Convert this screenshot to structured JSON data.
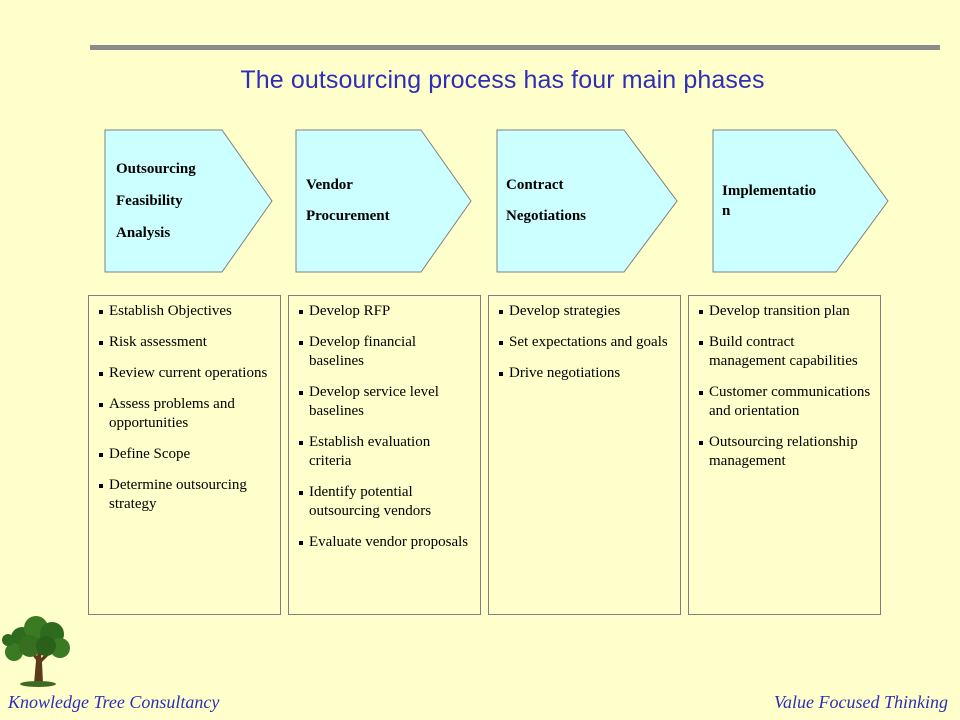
{
  "title": "The outsourcing process has four main phases",
  "colors": {
    "background": "#FFFFCC",
    "title": "#2E2EB8",
    "phase_fill": "#CCFFFF",
    "rule": "#8C8C8C",
    "footer": "#2E2EB8"
  },
  "phases": [
    {
      "label_lines": [
        "Outsourcing",
        "Feasibility",
        "Analysis"
      ],
      "activities": [
        "Establish Objectives",
        "Risk assessment",
        "Review current operations",
        "Assess problems and opportunities",
        "Define Scope",
        "Determine outsourcing strategy"
      ]
    },
    {
      "label_lines": [
        "Vendor",
        "Procurement"
      ],
      "activities": [
        "Develop RFP",
        "Develop financial baselines",
        "Develop service level baselines",
        "Establish evaluation criteria",
        "Identify potential outsourcing vendors",
        "Evaluate vendor proposals"
      ]
    },
    {
      "label_lines": [
        "Contract",
        "Negotiations"
      ],
      "activities": [
        "Develop strategies",
        "Set expectations and goals",
        "Drive negotiations"
      ]
    },
    {
      "label_lines": [
        "Implementatio",
        "n"
      ],
      "activities": [
        "Develop transition plan",
        "Build contract management capabilities",
        "Customer communications and orientation",
        "Outsourcing relationship management"
      ]
    }
  ],
  "footer": {
    "left": "Knowledge Tree Consultancy",
    "right": "Value Focused Thinking"
  },
  "icons": {
    "logo": "tree-icon"
  }
}
